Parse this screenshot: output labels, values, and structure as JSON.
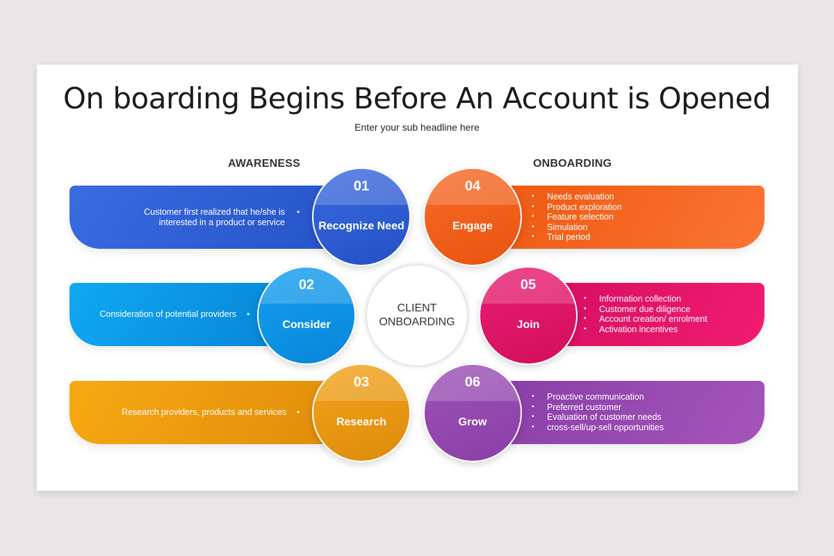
{
  "title": "On boarding Begins Before An Account is Opened",
  "subtitle": "Enter your sub headline here",
  "sections": {
    "left": "AWARENESS",
    "right": "ONBOARDING"
  },
  "center": {
    "line1": "CLIENT",
    "line2": "ONBOARDING"
  },
  "colors": {
    "blue": "#2f5fd6",
    "sky": "#0c97e6",
    "amber": "#f0a015",
    "orange": "#f4651f",
    "pink": "#e8126a",
    "purple": "#9a4bb2"
  },
  "steps": [
    {
      "num": "01",
      "label": "Recognize Need",
      "side": "left",
      "lines": [
        "Customer first realized that he/she is",
        "interested in a product or service"
      ]
    },
    {
      "num": "02",
      "label": "Consider",
      "side": "left",
      "lines": [
        "Consideration of potential providers"
      ]
    },
    {
      "num": "03",
      "label": "Research",
      "side": "left",
      "lines": [
        "Research providers, products and services"
      ]
    },
    {
      "num": "04",
      "label": "Engage",
      "side": "right",
      "bullets": [
        "Needs evaluation",
        "Product exploration",
        "Feature selection",
        "Simulation",
        "Trial period"
      ]
    },
    {
      "num": "05",
      "label": "Join",
      "side": "right",
      "bullets": [
        "Information collection",
        "Customer due diligence",
        "Account creation/ enrolment",
        "Activation incentives"
      ]
    },
    {
      "num": "06",
      "label": "Grow",
      "side": "right",
      "bullets": [
        "Proactive communication",
        "Preferred customer",
        "Evaluation of customer needs",
        "cross-sell/up-sell opportunities"
      ]
    }
  ]
}
